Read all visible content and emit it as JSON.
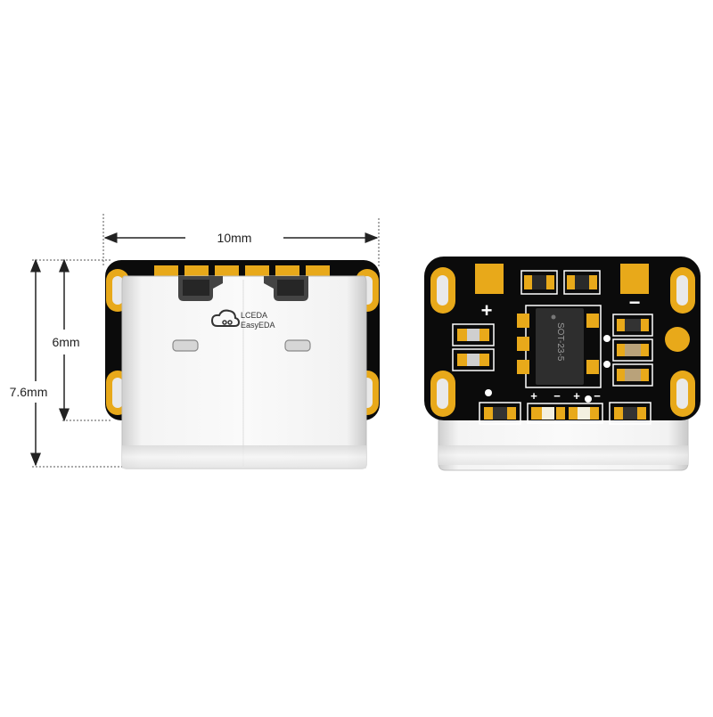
{
  "dimensions": {
    "width_label": "10mm",
    "height_pcb_label": "6mm",
    "height_total_label": "7.6mm"
  },
  "front_view": {
    "logo_line1": "LCEDA",
    "logo_line2": "EasyEDA"
  },
  "back_view": {
    "plus_label": "+",
    "minus_label": "−",
    "chip_label": "SOT-23-5",
    "led_plus_left": "+",
    "led_minus_left": "−",
    "led_plus_right": "+",
    "led_minus_right": "−"
  },
  "colors": {
    "pcb": "#0b0b0b",
    "gold": "#e8a91a",
    "connector": "#eeeeee",
    "dimension_line": "#222222"
  }
}
